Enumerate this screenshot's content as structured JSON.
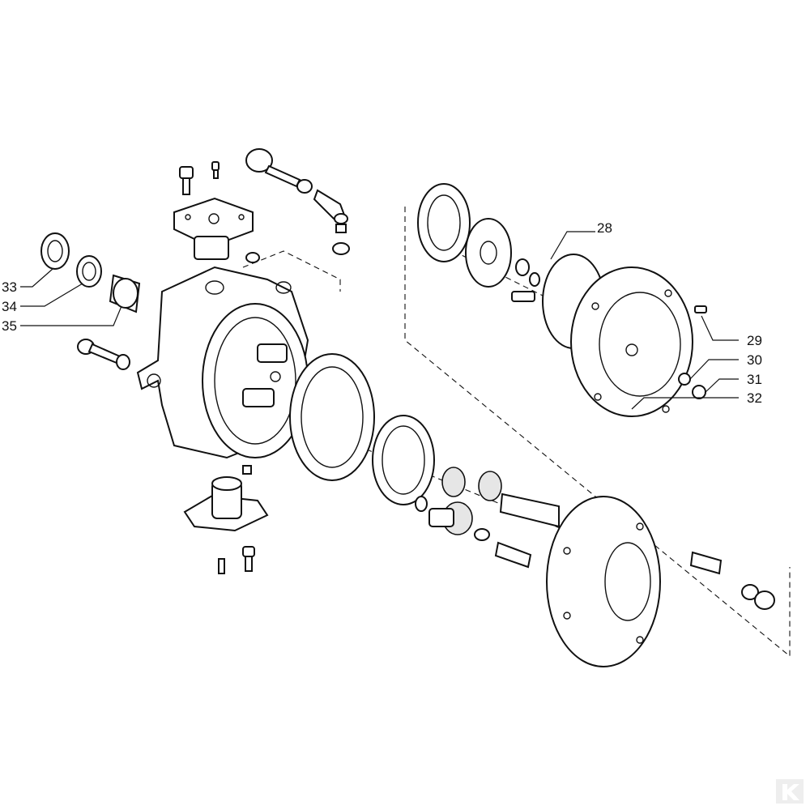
{
  "callouts": {
    "c28": "28",
    "c29": "29",
    "c30": "30",
    "c31": "31",
    "c32": "32",
    "c33": "33",
    "c34": "34",
    "c35": "35"
  },
  "watermark": "K",
  "colors": {
    "line": "#111111",
    "background": "#ffffff",
    "shade": "#e6e6e6"
  }
}
